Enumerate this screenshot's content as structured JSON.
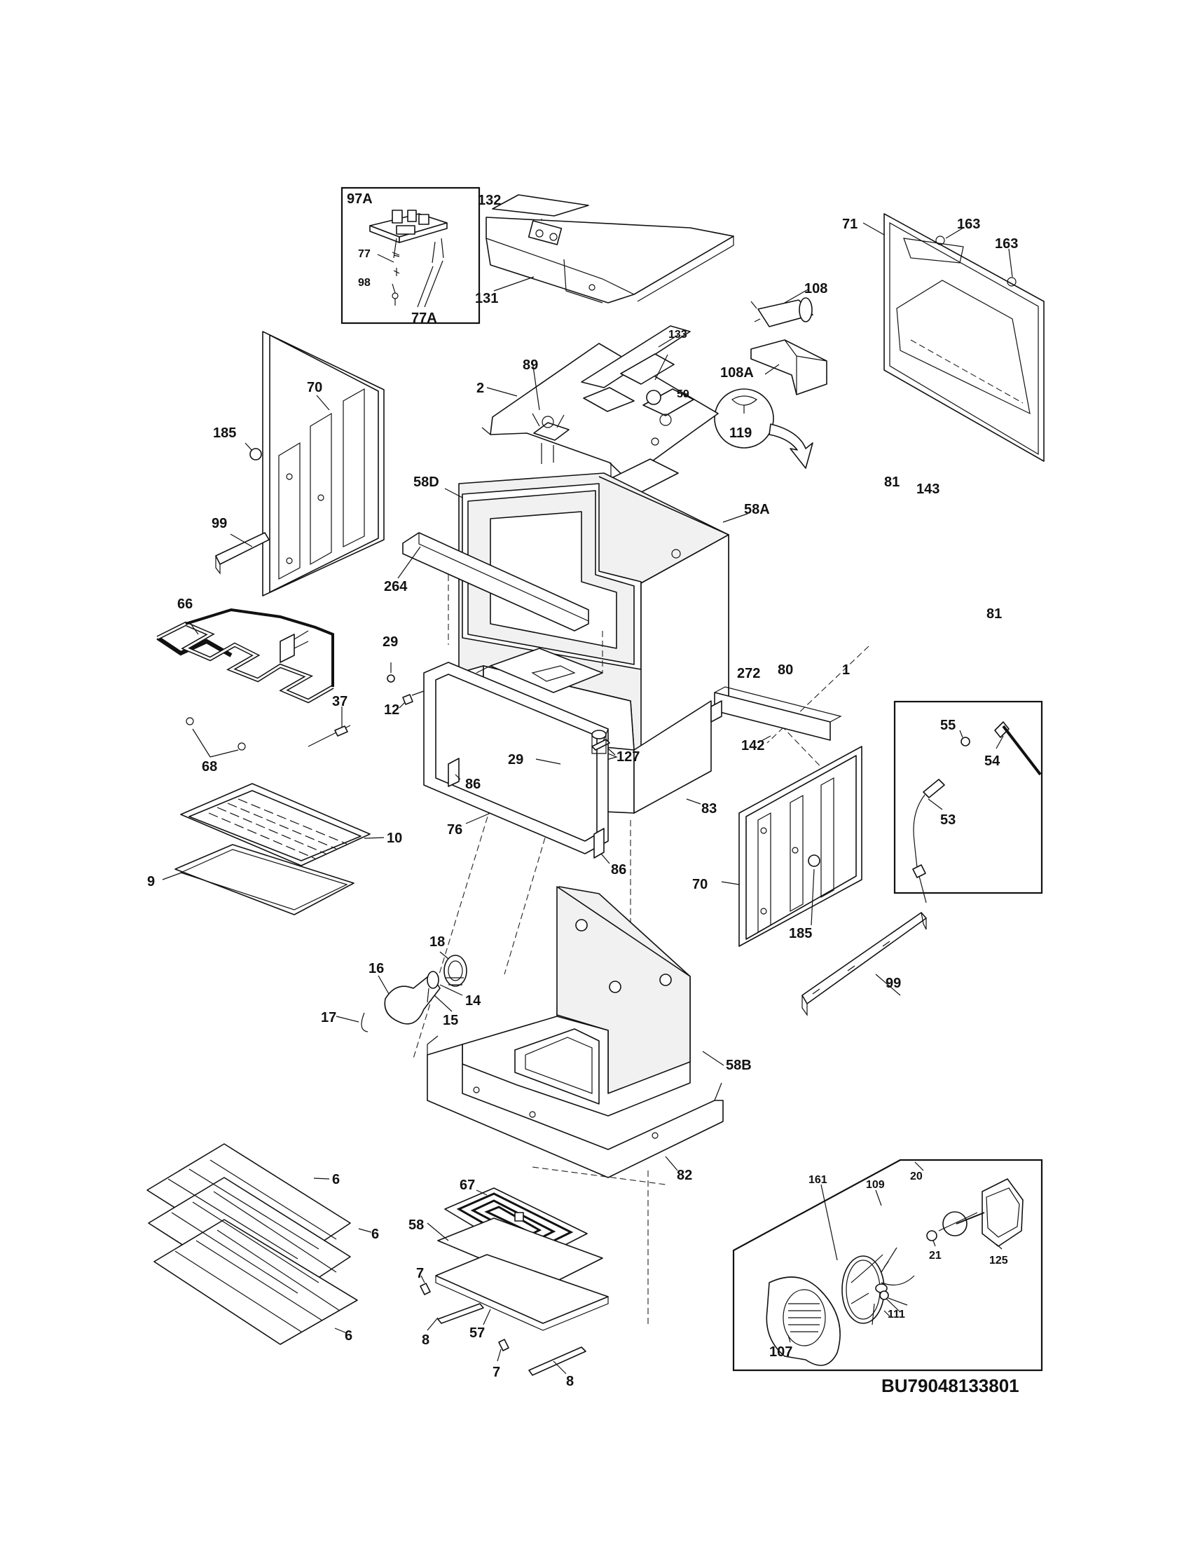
{
  "diagram": {
    "code": "BU79048133801",
    "labels": {
      "l97A": "97A",
      "l77": "77",
      "l98": "98",
      "l77A": "77A",
      "l132": "132",
      "l131": "131",
      "l133": "133",
      "l163a": "163",
      "l163b": "163",
      "l71": "71",
      "l108": "108",
      "l108A": "108A",
      "l119": "119",
      "l89": "89",
      "l2": "2",
      "l59": "59",
      "l70a": "70",
      "l185a": "185",
      "l99a": "99",
      "l58D": "58D",
      "l58A": "58A",
      "l264": "264",
      "l81a": "81",
      "l143": "143",
      "l81b": "81",
      "l66": "66",
      "l29a": "29",
      "l12": "12",
      "l37": "37",
      "l68": "68",
      "l272": "272",
      "l80": "80",
      "l1": "1",
      "l142": "142",
      "l55": "55",
      "l54": "54",
      "l53": "53",
      "l29b": "29",
      "l127": "127",
      "l86a": "86",
      "l83": "83",
      "l76": "76",
      "l86b": "86",
      "l10": "10",
      "l9": "9",
      "l70b": "70",
      "l185b": "185",
      "l99b": "99",
      "l18": "18",
      "l16": "16",
      "l14": "14",
      "l17": "17",
      "l15": "15",
      "l58B": "58B",
      "l82": "82",
      "l6a": "6",
      "l6b": "6",
      "l6c": "6",
      "l67": "67",
      "l58": "58",
      "l7a": "7",
      "l8a": "8",
      "l57": "57",
      "l7b": "7",
      "l8b": "8",
      "l20": "20",
      "l109": "109",
      "l161": "161",
      "l21": "21",
      "l125": "125",
      "l111": "111",
      "l107": "107"
    }
  }
}
